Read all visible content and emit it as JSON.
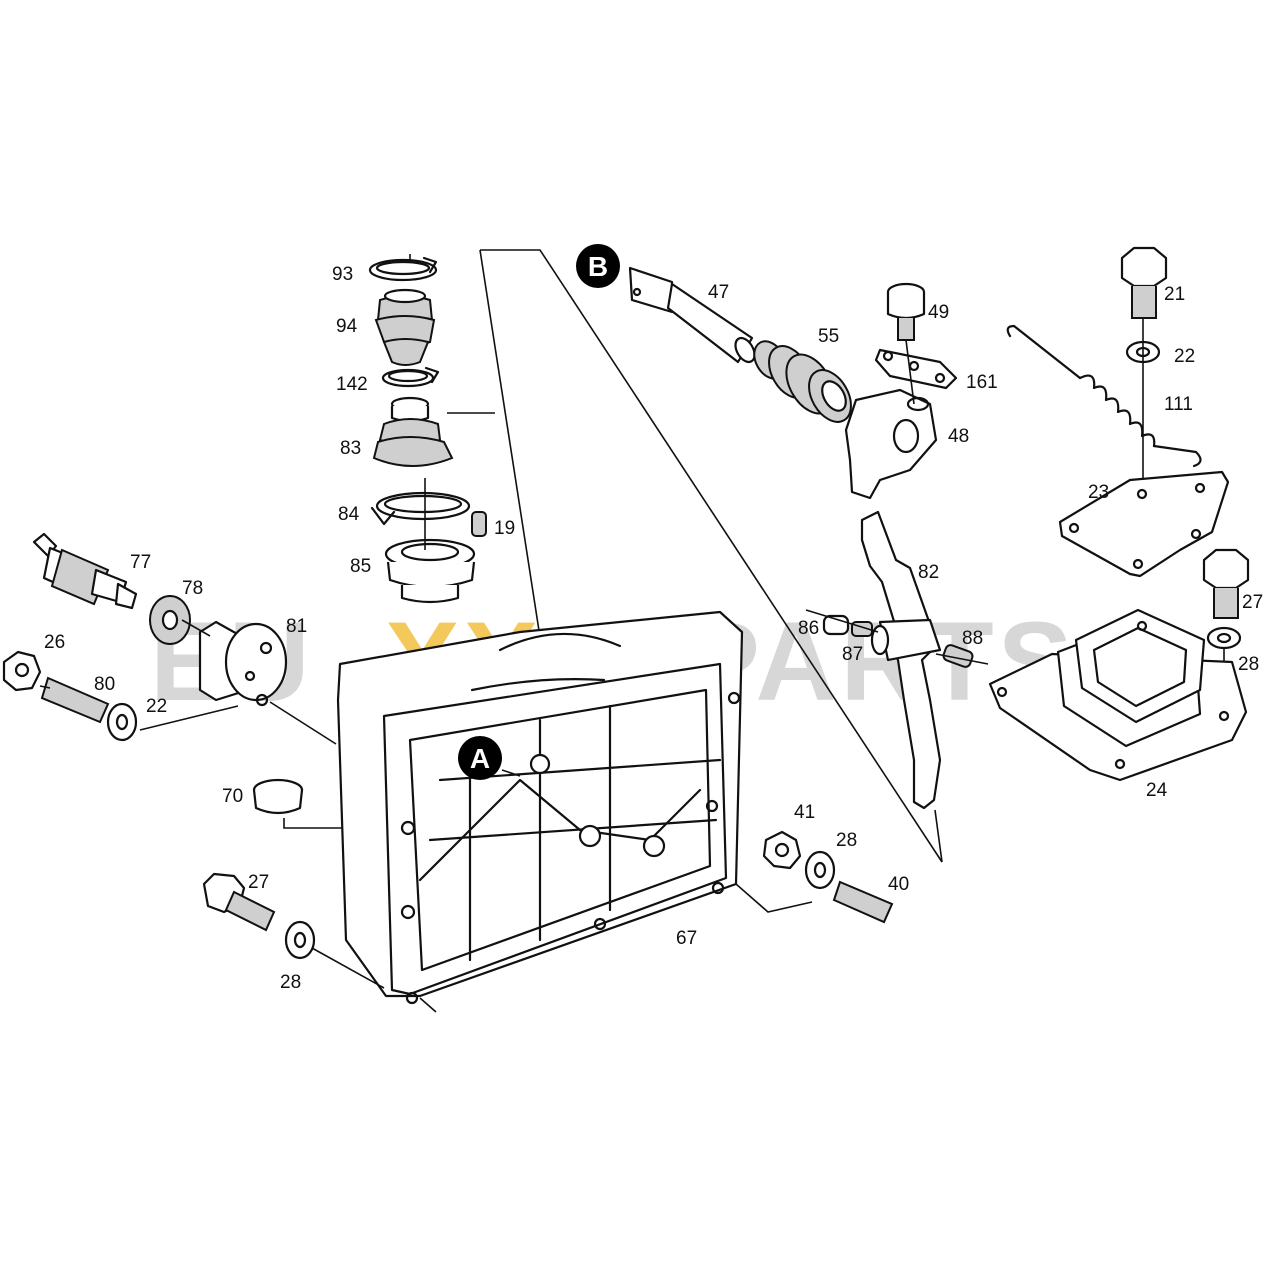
{
  "watermark": {
    "left": "EU",
    "mid": "XX",
    "right": ".PARTS",
    "color_grey": "#d7d7d7",
    "color_gold": "#f2c95a"
  },
  "markers": {
    "a": "A",
    "b": "B"
  },
  "callouts": {
    "c93": "93",
    "c94": "94",
    "c142": "142",
    "c83": "83",
    "c84": "84",
    "c19": "19",
    "c85": "85",
    "c47": "47",
    "c55": "55",
    "c49": "49",
    "c161": "161",
    "c48": "48",
    "c21": "21",
    "c22a": "22",
    "c111": "111",
    "c23": "23",
    "c82": "82",
    "c27a": "27",
    "c28a": "28",
    "c86": "86",
    "c87": "87",
    "c88": "88",
    "c24": "24",
    "c77": "77",
    "c78": "78",
    "c81": "81",
    "c26": "26",
    "c80": "80",
    "c22b": "22",
    "c70": "70",
    "c41": "41",
    "c28b": "28",
    "c40": "40",
    "c27b": "27",
    "c28c": "28",
    "c67": "67"
  }
}
